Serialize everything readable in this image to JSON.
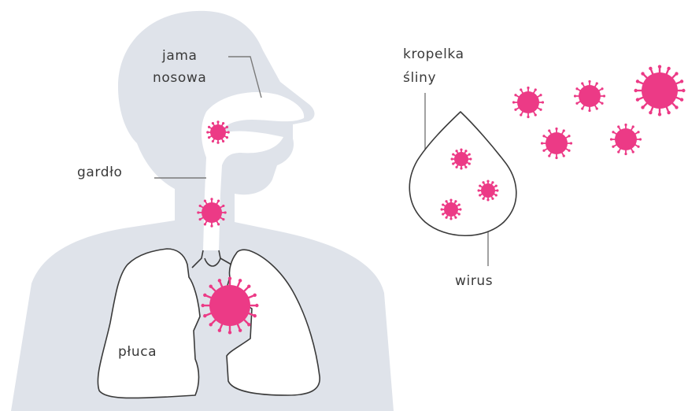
{
  "labels": {
    "nasal_cavity_line1": "jama",
    "nasal_cavity_line2": "nosowa",
    "throat": "gardło",
    "lungs": "płuca",
    "droplet_line1": "kropelka",
    "droplet_line2": "śliny",
    "virus": "wirus"
  },
  "colors": {
    "body_silhouette": "#dfe3ea",
    "virus": "#ec3a86",
    "outline": "#3a3a3a",
    "leader_line": "#7a7a7a",
    "lungs_fill": "#ffffff"
  },
  "icons": {
    "virus": "virus-icon"
  }
}
